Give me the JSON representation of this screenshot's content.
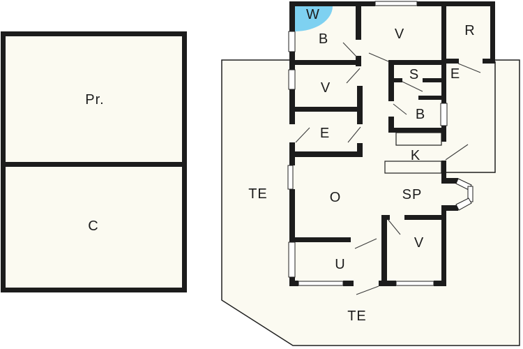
{
  "colors": {
    "wall": "#1c1c1c",
    "floor": "#fbfaf1",
    "line": "#1f1f1f",
    "swing": "#3c3c3c",
    "window": "#ffffff",
    "water": "#7ed1f1",
    "text": "#1c1c1c"
  },
  "rooms": {
    "pr": "Pr.",
    "c": "C",
    "w": "W",
    "b1": "B",
    "v1": "V",
    "r": "R",
    "s": "S",
    "e_entry": "E",
    "b2": "B",
    "v2": "V",
    "e2": "E",
    "k": "K",
    "te_west": "TE",
    "o": "O",
    "sp": "SP",
    "v3": "V",
    "u": "U",
    "te_south": "TE"
  }
}
